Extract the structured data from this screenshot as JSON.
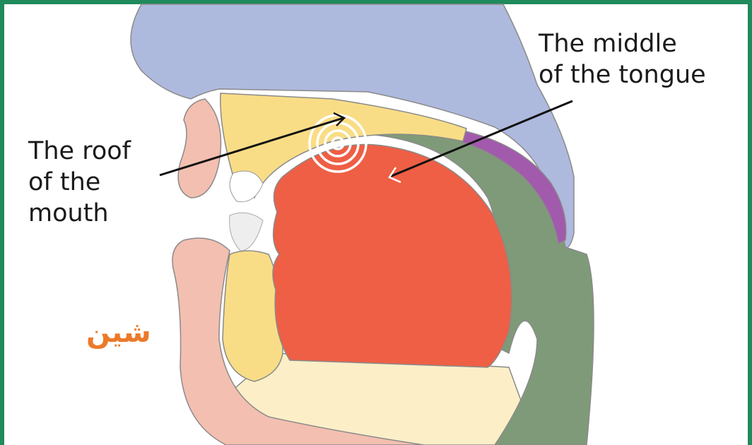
{
  "labels": {
    "roof": "The roof\nof the\nmouth",
    "middle": "The middle\nof the tongue",
    "letter": "شين"
  },
  "colors": {
    "frame": "#1f8a5c",
    "nasal_cavity": "#aeb9de",
    "palate": "#f9dd86",
    "tongue": "#ee5f45",
    "pharynx": "#7f9a78",
    "velum": "#a25aac",
    "skin": "#f3bfb0",
    "jaw": "#fcefc8",
    "letter": "#ec7a2a"
  }
}
